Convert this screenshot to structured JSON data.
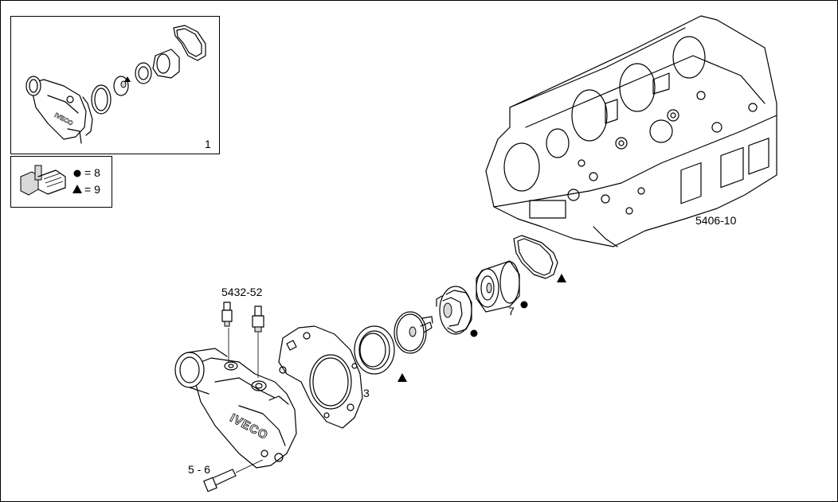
{
  "diagram": {
    "legend": {
      "circle_text": "= 8",
      "triangle_text": "= 9"
    },
    "inset_label": "1",
    "brand_text": "IVECO",
    "callouts": {
      "bolt": "5 - 6",
      "sensors": "5432-52",
      "gasket": "3",
      "impeller": "7",
      "engine_block": "5406-10"
    },
    "colors": {
      "line": "#000000",
      "background": "#ffffff",
      "shade": "#d8d8d8"
    }
  }
}
